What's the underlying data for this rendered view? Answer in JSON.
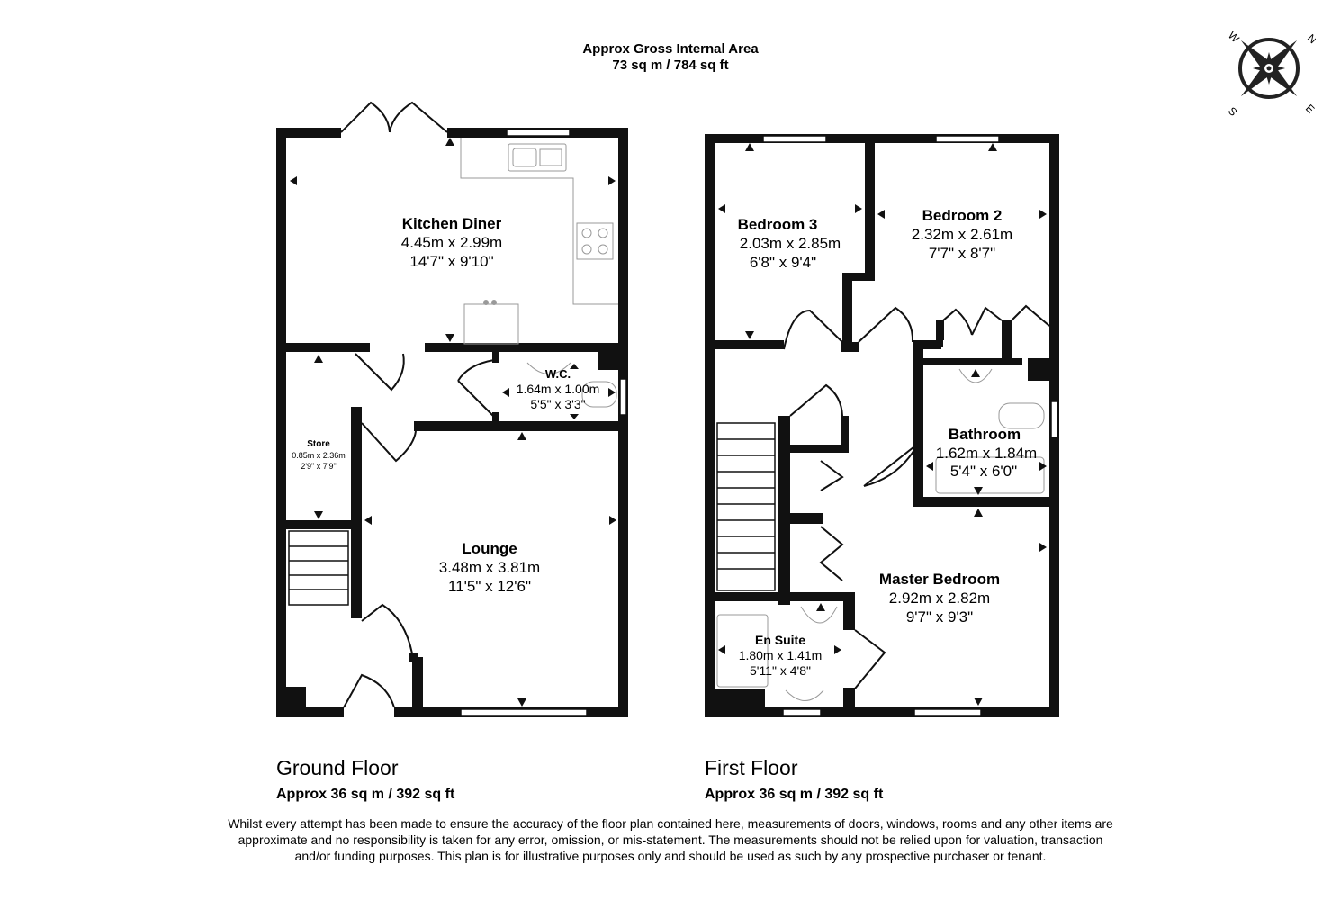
{
  "header": {
    "title": "Approx Gross Internal Area",
    "area": "73 sq m / 784 sq ft"
  },
  "compass": {
    "n": "N",
    "e": "E",
    "s": "S",
    "w": "W"
  },
  "ground_floor": {
    "name": "Ground Floor",
    "area": "Approx 36 sq m / 392 sq ft",
    "rooms": [
      {
        "name": "Kitchen Diner",
        "metric": "4.45m x 2.99m",
        "imperial": "14'7\" x 9'10\""
      },
      {
        "name": "W.C.",
        "metric": "1.64m x 1.00m",
        "imperial": "5'5\" x 3'3\""
      },
      {
        "name": "Store",
        "metric": "0.85m x 2.36m",
        "imperial": "2'9\" x 7'9\""
      },
      {
        "name": "Lounge",
        "metric": "3.48m x 3.81m",
        "imperial": "11'5\" x 12'6\""
      }
    ]
  },
  "first_floor": {
    "name": "First Floor",
    "area": "Approx 36 sq m / 392 sq ft",
    "rooms": [
      {
        "name": "Bedroom 3",
        "metric": "2.03m x 2.85m",
        "imperial": "6'8\" x 9'4\""
      },
      {
        "name": "Bedroom 2",
        "metric": "2.32m x 2.61m",
        "imperial": "7'7\" x 8'7\""
      },
      {
        "name": "Bathroom",
        "metric": "1.62m x 1.84m",
        "imperial": "5'4\" x 6'0\""
      },
      {
        "name": "Master Bedroom",
        "metric": "2.92m x 2.82m",
        "imperial": "9'7\" x 9'3\""
      },
      {
        "name": "En Suite",
        "metric": "1.80m x 1.41m",
        "imperial": "5'11\" x 4'8\""
      }
    ]
  },
  "disclaimer": "Whilst every attempt has been made to ensure the accuracy of the floor plan contained here, measurements of doors, windows, rooms and any other items are approximate and no responsibility is taken for any error, omission, or mis-statement. The measurements should not be relied upon for valuation, transaction and/or funding purposes. This plan is for illustrative purposes only and should be used as such by any prospective purchaser or tenant."
}
